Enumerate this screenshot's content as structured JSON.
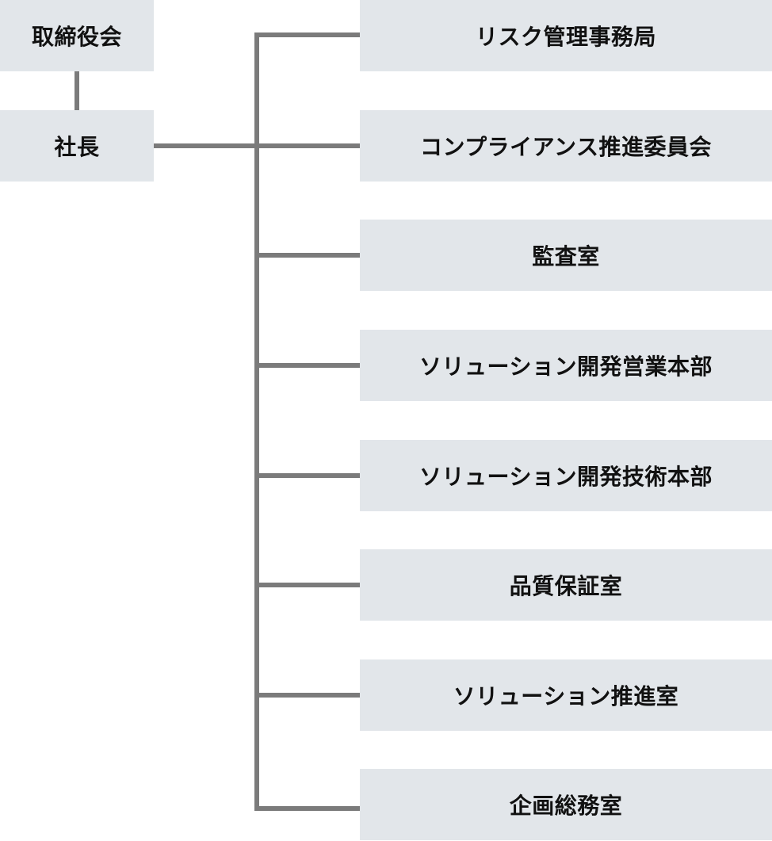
{
  "org_chart": {
    "board": "取締役会",
    "president": "社長",
    "departments": [
      "リスク管理事務局",
      "コンプライアンス推進委員会",
      "監査室",
      "ソリューション開発営業本部",
      "ソリューション開発技術本部",
      "品質保証室",
      "ソリューション推進室",
      "企画総務室"
    ]
  },
  "colors": {
    "box_background": "#e2e6ea",
    "connector": "#7b7b7b",
    "text": "#111111"
  }
}
